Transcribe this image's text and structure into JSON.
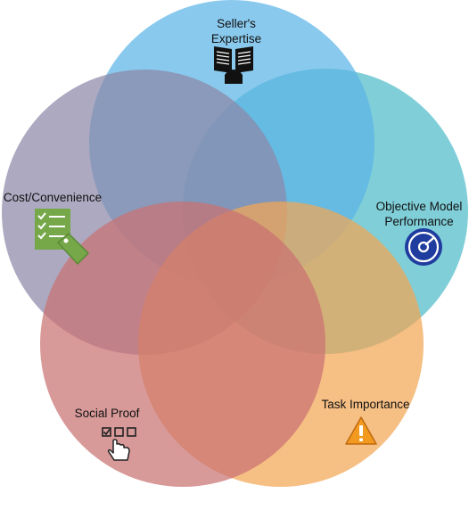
{
  "diagram": {
    "type": "venn",
    "sets": [
      {
        "id": "seller",
        "label_lines": [
          "Seller's",
          "Expertise"
        ],
        "color": "#5BB4E6",
        "icon": "open-book-reader-icon"
      },
      {
        "id": "objective",
        "label_lines": [
          "Objective Model",
          "Performance"
        ],
        "color": "#4DBBC9",
        "icon": "gauge-icon"
      },
      {
        "id": "task",
        "label_lines": [
          "Task Importance"
        ],
        "color": "#F2A654",
        "icon": "warning-icon"
      },
      {
        "id": "social",
        "label_lines": [
          "Social Proof"
        ],
        "color": "#C97272",
        "icon": "pointer-checklist-icon"
      },
      {
        "id": "cost",
        "label_lines": [
          "Cost/Convenience"
        ],
        "color": "#8C88A8",
        "icon": "checklist-tag-icon"
      }
    ],
    "icon_colors": {
      "book": "#111111",
      "gauge": "#1F3C9E",
      "warning": "#F29A1F",
      "checklist": "#76A84A",
      "pointer": "#222222"
    }
  }
}
